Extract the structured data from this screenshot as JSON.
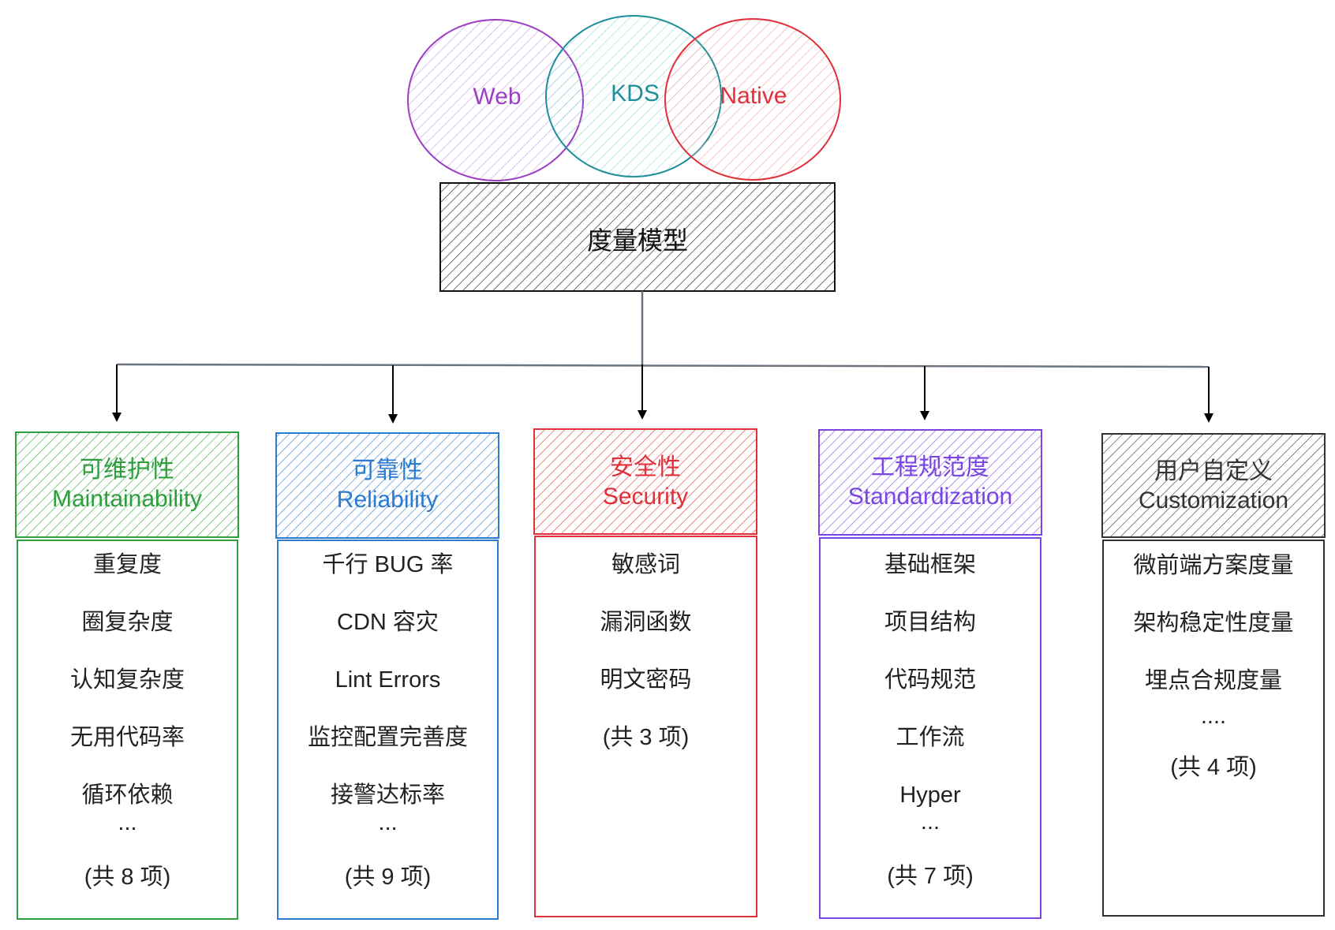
{
  "venn": {
    "web": "Web",
    "kds": "KDS",
    "native": "Native"
  },
  "root": "度量模型",
  "categories": [
    {
      "zh": "可维护性",
      "en": "Maintainability",
      "color": "#2e9e3e",
      "items": [
        "重复度",
        "圈复杂度",
        "认知复杂度",
        "无用代码率",
        "循环依赖"
      ],
      "ellipsis": "...",
      "total": "(共 8 项)"
    },
    {
      "zh": "可靠性",
      "en": "Reliability",
      "color": "#2d7bd0",
      "items": [
        "千行 BUG 率",
        "CDN 容灾",
        "Lint Errors",
        "监控配置完善度",
        "接警达标率"
      ],
      "ellipsis": "...",
      "total": "(共 9 项)"
    },
    {
      "zh": "安全性",
      "en": "Security",
      "color": "#e0303a",
      "items": [
        "敏感词",
        "漏洞函数",
        "明文密码"
      ],
      "ellipsis": "",
      "total": "(共 3 项)"
    },
    {
      "zh": "工程规范度",
      "en": "Standardization",
      "color": "#7a45e0",
      "items": [
        "基础框架",
        "项目结构",
        "代码规范",
        "工作流",
        "Hyper"
      ],
      "ellipsis": "...",
      "total": "(共 7 项)"
    },
    {
      "zh": "用户自定义",
      "en": "Customization",
      "color": "#333333",
      "items": [
        "微前端方案度量",
        "架构稳定性度量",
        "埋点合规度量"
      ],
      "ellipsis": "....",
      "total": "(共 4 项)"
    }
  ],
  "colors": {
    "web": "#9b3fc4",
    "kds": "#1f8f9a",
    "native": "#e0303a",
    "connector": "#6b7580",
    "root": "#111111"
  }
}
